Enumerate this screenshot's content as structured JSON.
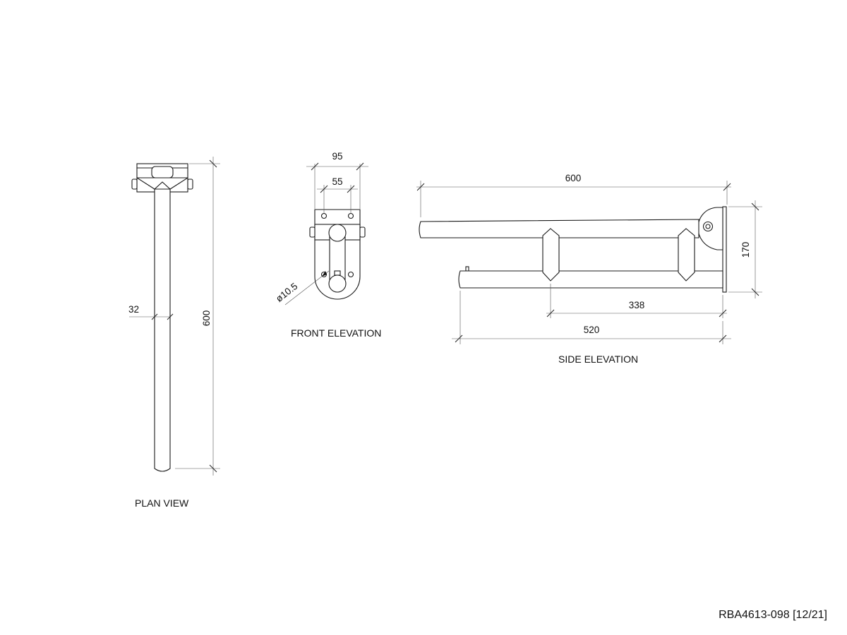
{
  "views": {
    "plan": {
      "label": "PLAN VIEW",
      "dims": {
        "length": "600",
        "diameter": "32"
      }
    },
    "front": {
      "label": "FRONT ELEVATION",
      "dims": {
        "width": "95",
        "hole_spacing": "55",
        "hole": "ø10.5"
      }
    },
    "side": {
      "label": "SIDE ELEVATION",
      "dims": {
        "length": "600",
        "height": "170",
        "inner": "338",
        "lower": "520"
      }
    }
  },
  "reference": "RBA4613-098 [12/21]"
}
